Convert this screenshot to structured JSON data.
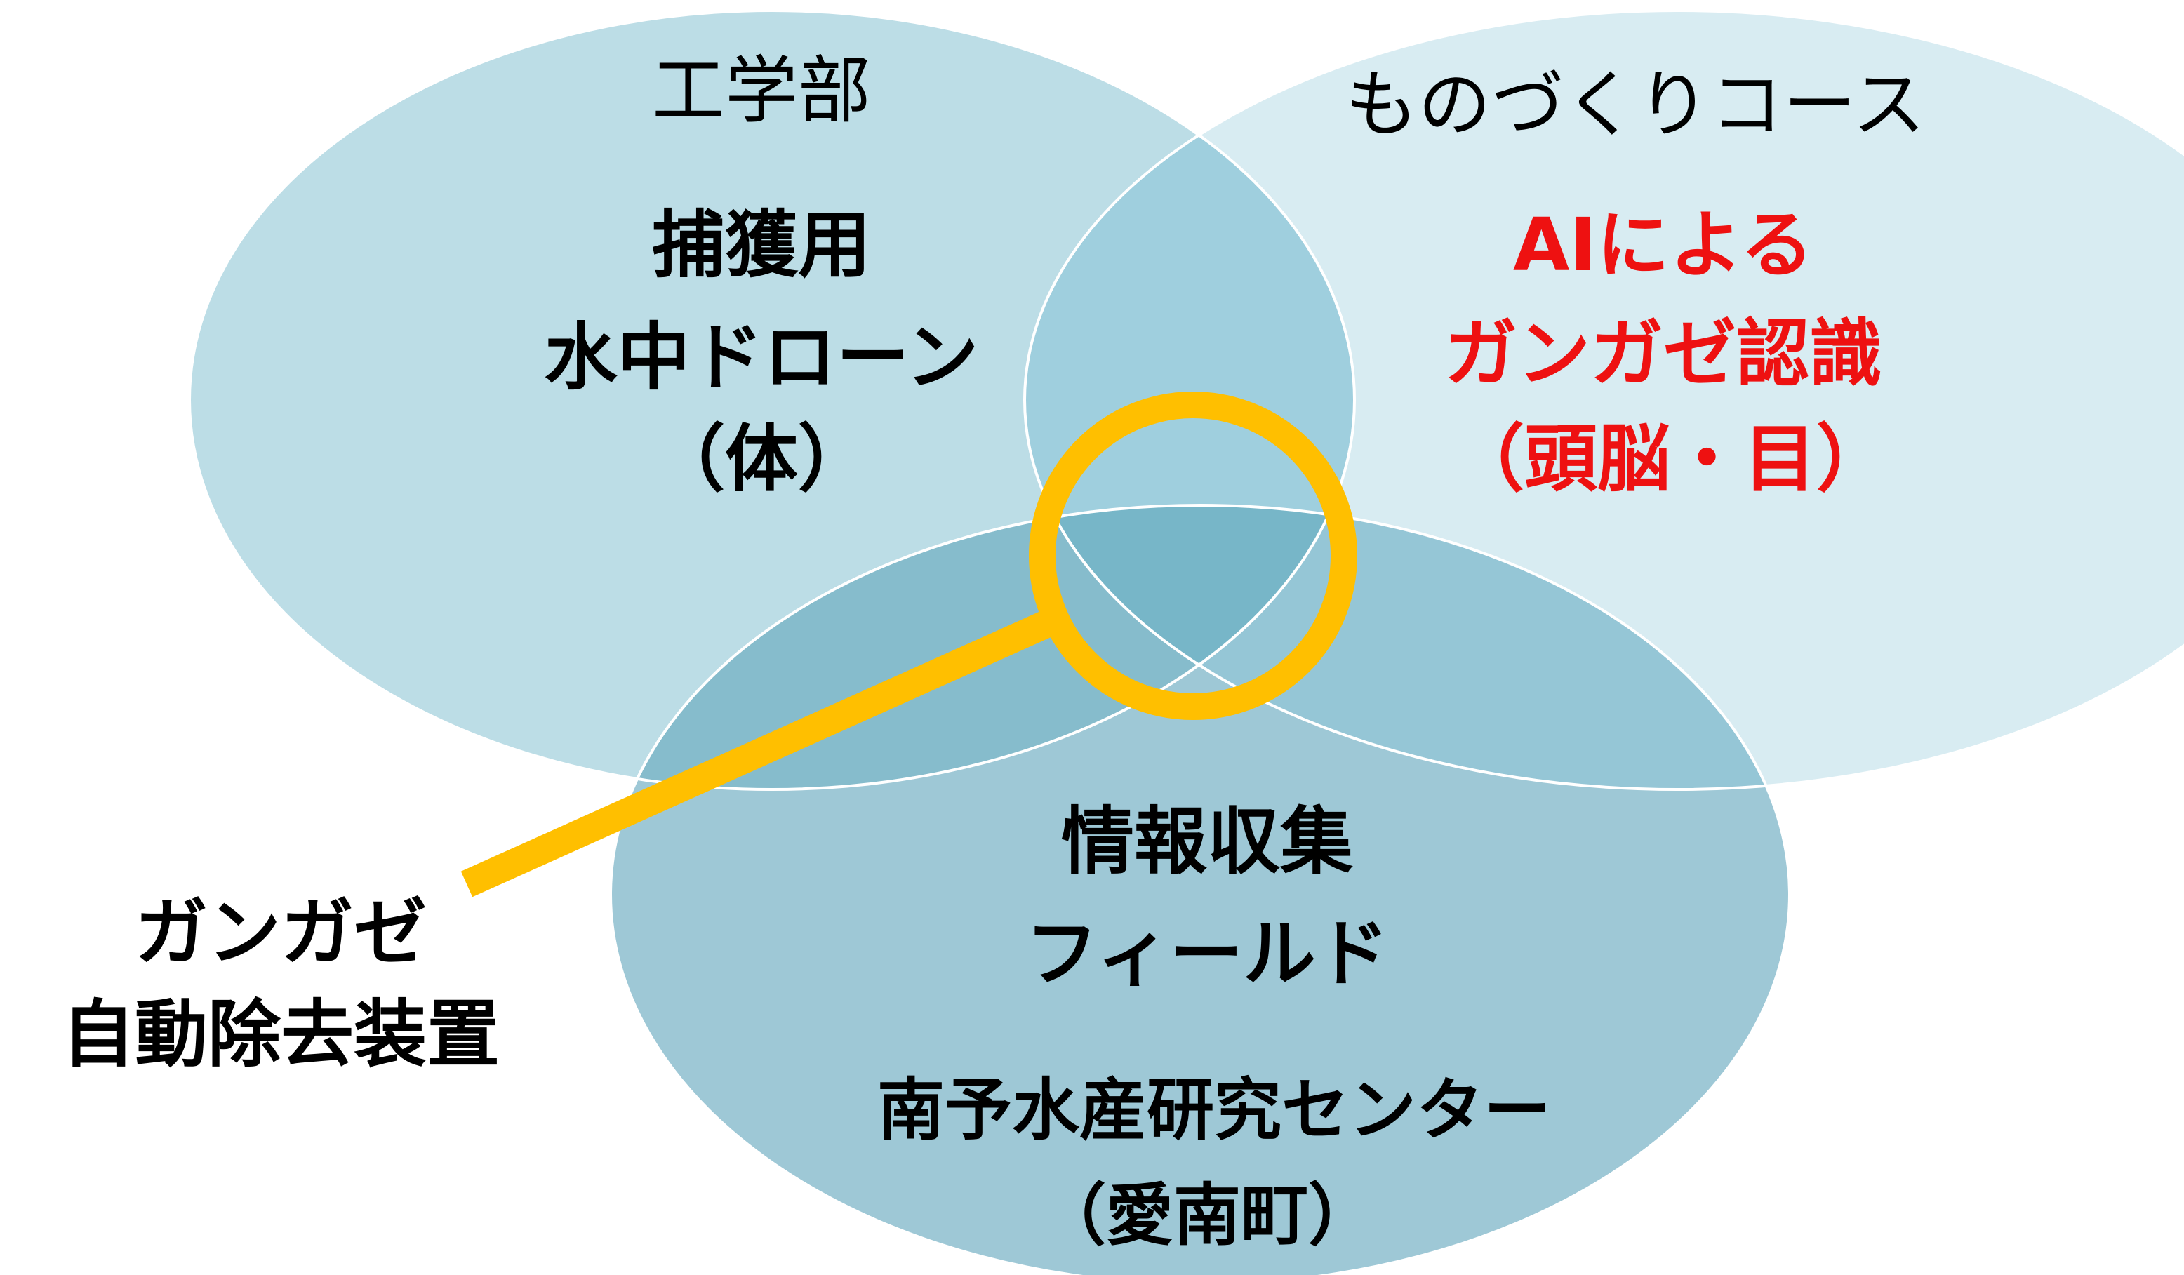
{
  "circles": {
    "engineering": {
      "title": "工学部",
      "body": [
        "捕獲用",
        "水中ドローン",
        "（体）"
      ],
      "fill_color": "#bcdde6"
    },
    "monozukuri": {
      "title": "ものづくりコース",
      "body": [
        "AIによる",
        "ガンガゼ認識",
        "（頭脳・目）"
      ],
      "fill_color": "#d8ecf2",
      "body_color": "#ee1111"
    },
    "field": {
      "body": [
        "情報収集",
        "フィールド",
        "南予水産研究センター",
        "（愛南町）"
      ],
      "fill_color": "#9ec8d6"
    }
  },
  "overlap_colors": {
    "engineering_field": "#86bccc",
    "monozukuri_field": "#95c6d6",
    "engineering_monozukuri": "#9fcfde",
    "center": "#77b6c8"
  },
  "magnifier": {
    "color": "#ffbf00",
    "label": [
      "ガンガゼ",
      "自動除去装置"
    ]
  }
}
